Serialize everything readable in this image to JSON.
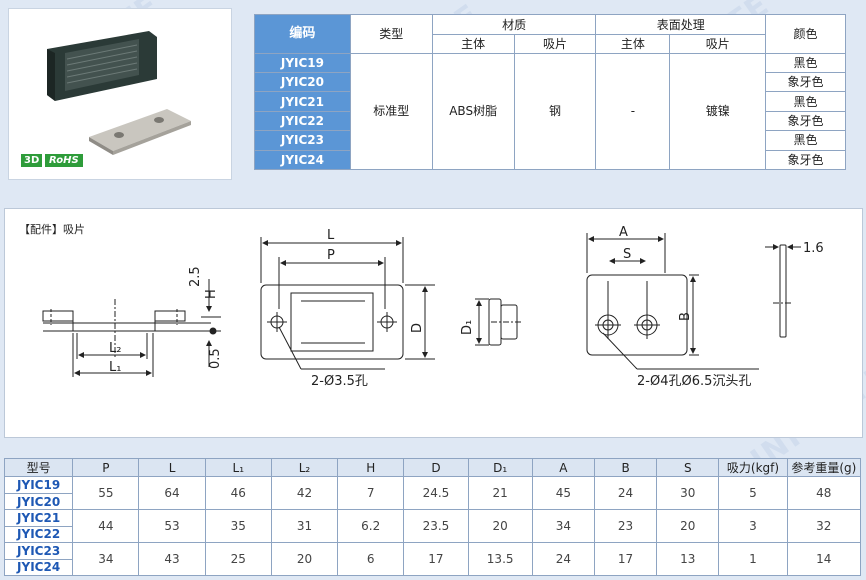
{
  "badges": {
    "three_d": "3D",
    "rohs": "RoHS"
  },
  "spec_table": {
    "headers": {
      "code": "编码",
      "type": "类型",
      "material": "材质",
      "surface": "表面处理",
      "color": "颜色",
      "main_body": "主体",
      "plate": "吸片"
    },
    "codes": [
      "JYIC19",
      "JYIC20",
      "JYIC21",
      "JYIC22",
      "JYIC23",
      "JYIC24"
    ],
    "type_value": "标准型",
    "material_body": "ABS树脂",
    "material_plate": "钢",
    "surface_body": "-",
    "surface_plate": "镀镍",
    "colors": [
      "黑色",
      "象牙色",
      "黑色",
      "象牙色",
      "黑色",
      "象牙色"
    ]
  },
  "drawing": {
    "caption": "【配件】吸片",
    "labels": {
      "L": "L",
      "P": "P",
      "A": "A",
      "S": "S",
      "B": "B",
      "D": "D",
      "D1": "D₁",
      "H": "H",
      "L1": "L₁",
      "L2": "L₂",
      "dim_25": "2.5",
      "dim_05": "0.5",
      "dim_16": "1.6",
      "hole_note_1": "2-Ø3.5孔",
      "hole_note_2": "2-Ø4孔Ø6.5沉头孔"
    }
  },
  "dim_table": {
    "headers": [
      "型号",
      "P",
      "L",
      "L₁",
      "L₂",
      "H",
      "D",
      "D₁",
      "A",
      "B",
      "S",
      "吸力(kgf)",
      "参考重量(g)"
    ],
    "groups": [
      {
        "codes": [
          "JYIC19",
          "JYIC20"
        ],
        "values": [
          "55",
          "64",
          "46",
          "42",
          "7",
          "24.5",
          "21",
          "45",
          "24",
          "30",
          "5",
          "48"
        ]
      },
      {
        "codes": [
          "JYIC21",
          "JYIC22"
        ],
        "values": [
          "44",
          "53",
          "35",
          "31",
          "6.2",
          "23.5",
          "20",
          "34",
          "23",
          "20",
          "3",
          "32"
        ]
      },
      {
        "codes": [
          "JYIC23",
          "JYIC24"
        ],
        "values": [
          "34",
          "43",
          "25",
          "20",
          "6",
          "17",
          "13.5",
          "24",
          "17",
          "13",
          "1",
          "14"
        ]
      }
    ]
  }
}
